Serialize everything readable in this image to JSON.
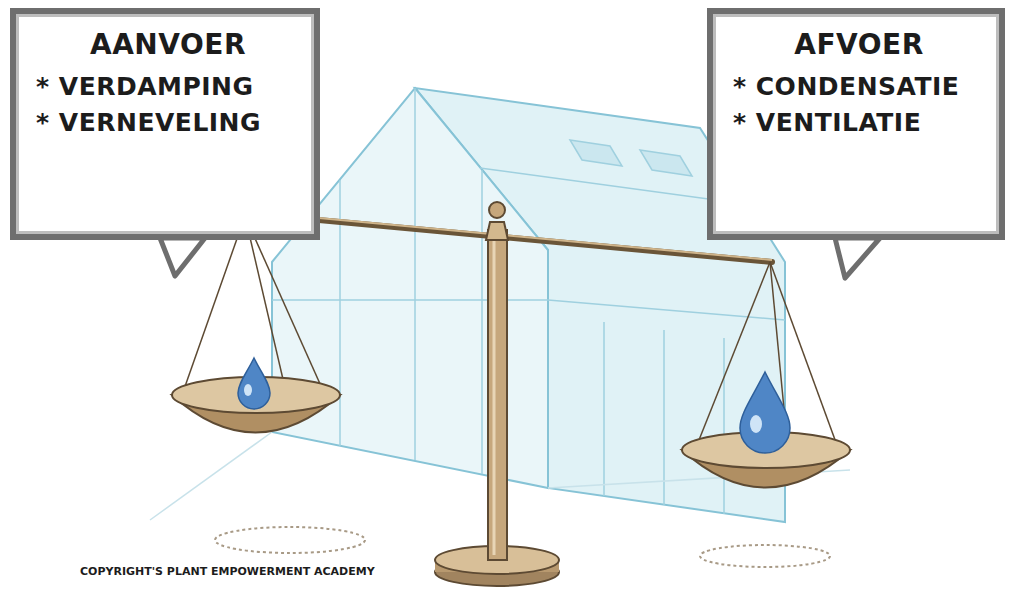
{
  "diagram": {
    "nodes": [
      {
        "text": [
          "AANVOER",
          "* VERDAMPING",
          "* VERNEVELING"
        ]
      },
      {
        "text": [
          "AFVOER",
          "* CONDENSATIE",
          "* VENTILATIE"
        ]
      }
    ],
    "labels": [
      "COPYRIGHT'S PLANT EMPOWERMENT ACADEMY"
    ]
  }
}
